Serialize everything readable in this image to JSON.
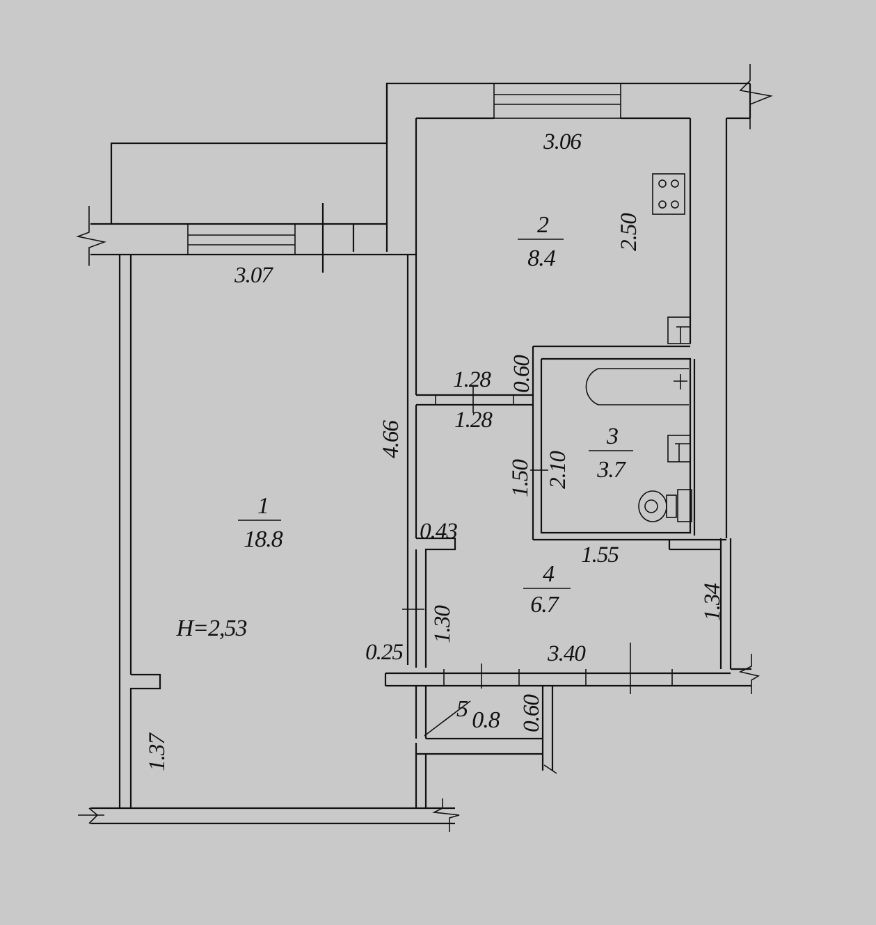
{
  "rooms": [
    {
      "number": "1",
      "area": "18.8"
    },
    {
      "number": "2",
      "area": "8.4"
    },
    {
      "number": "3",
      "area": "3.7"
    },
    {
      "number": "4",
      "area": "6.7"
    },
    {
      "number": "5",
      "area": "0.8"
    }
  ],
  "ceiling_height": "H=2,53",
  "dimensions": {
    "room1_width": "3.07",
    "room1_length": "4.66",
    "room1_lower": "1.37",
    "kitchen_width": "3.06",
    "kitchen_length": "2.50",
    "corridor_top_upper": "1.28",
    "corridor_top_lower": "1.28",
    "bath_wall": "0.60",
    "bath_left": "1.50",
    "bath_length": "2.10",
    "niche_width": "0.43",
    "hall_top": "1.55",
    "hall_right": "1.34",
    "hall_left": "1.30",
    "hall_width": "3.40",
    "wall_offset": "0.25",
    "closet_depth": "0.60"
  },
  "colors": {
    "background": "#c9c9c9",
    "lines": "#111111"
  }
}
